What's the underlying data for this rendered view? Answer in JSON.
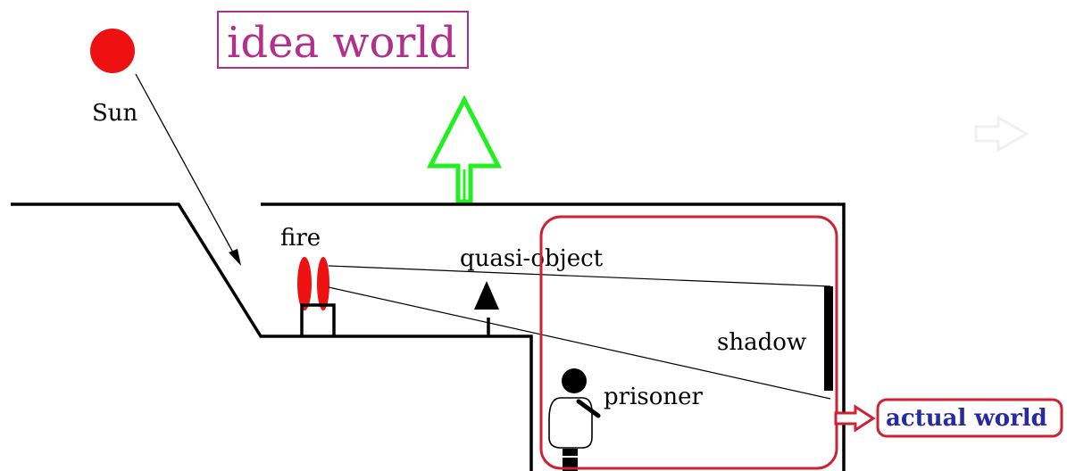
{
  "labels": {
    "idea_world": "idea world",
    "sun": "Sun",
    "fire": "fire",
    "quasi_object": "quasi-object",
    "shadow": "shadow",
    "prisoner": "prisoner",
    "actual_world": "actual world"
  },
  "colors": {
    "sun": "#ee1111",
    "fire": "#ee1111",
    "idea_world": "#b0308a",
    "up_arrow": "#22ee22",
    "highlight_box": "#cc2233",
    "actual_world_text": "#2a2aa0",
    "ink": "#000000"
  }
}
